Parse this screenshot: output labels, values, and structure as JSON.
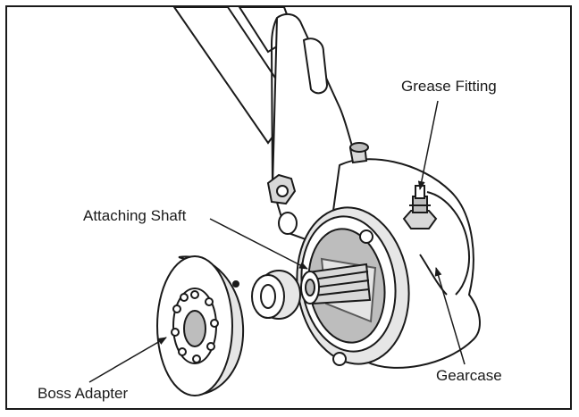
{
  "labels": {
    "grease_fitting": "Grease Fitting",
    "attaching_shaft": "Attaching Shaft",
    "boss_adapter": "Boss Adapter",
    "gearcase": "Gearcase"
  },
  "colors": {
    "line": "#1a1a1a",
    "shade": "#bdbdbd",
    "light_shade": "#e6e6e6",
    "background": "#ffffff"
  }
}
